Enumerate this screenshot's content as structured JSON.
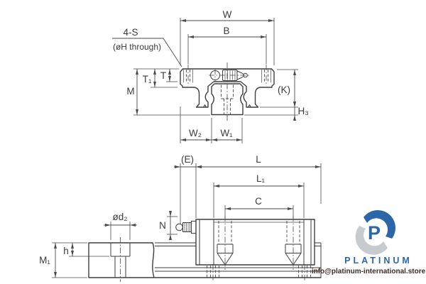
{
  "drawing": {
    "front_view": {
      "labels": {
        "W": "W",
        "B": "B",
        "bolt_count": "4-S",
        "bolt_note": "(øH through)",
        "T": "T",
        "T1": "T₁",
        "M": "M",
        "K": "(K)",
        "H3": "H₃",
        "W2": "W₂",
        "W1": "W₁"
      }
    },
    "side_view": {
      "labels": {
        "E": "(E)",
        "L": "L",
        "L1": "L₁",
        "C": "C",
        "N": "N",
        "d2": "ød₂",
        "h": "h",
        "M1": "M₁"
      }
    }
  },
  "watermark": {
    "logo_letter": "P",
    "brand": "PLATINUM",
    "email": "info@platinum-international.store",
    "brand_color": "#2b67a8",
    "swoosh_gray": "#c8cbcd",
    "email_color": "#3d2b24"
  }
}
